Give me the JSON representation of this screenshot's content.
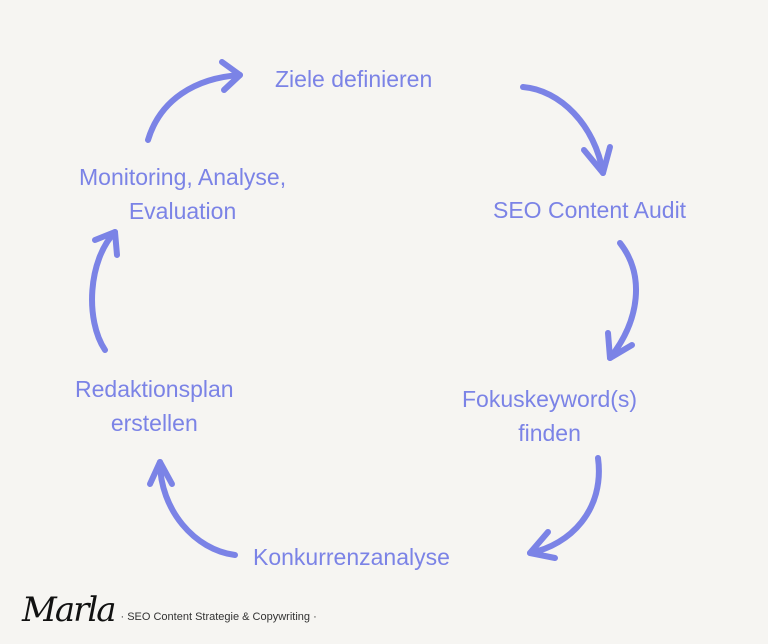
{
  "diagram": {
    "steps": [
      {
        "label": "Ziele definieren"
      },
      {
        "label": "SEO Content Audit"
      },
      {
        "label": "Fokuskeyword(s)",
        "label2": "finden"
      },
      {
        "label": "Konkurrenzanalyse"
      },
      {
        "label": "Redaktionsplan",
        "label2": "erstellen"
      },
      {
        "label": "Monitoring, Analyse,",
        "label2": "Evaluation"
      }
    ],
    "accent_color": "#7b83e6",
    "background_color": "#f6f5f2"
  },
  "footer": {
    "brand": "Marla",
    "tagline": "· SEO Content Strategie & Copywriting ·"
  }
}
